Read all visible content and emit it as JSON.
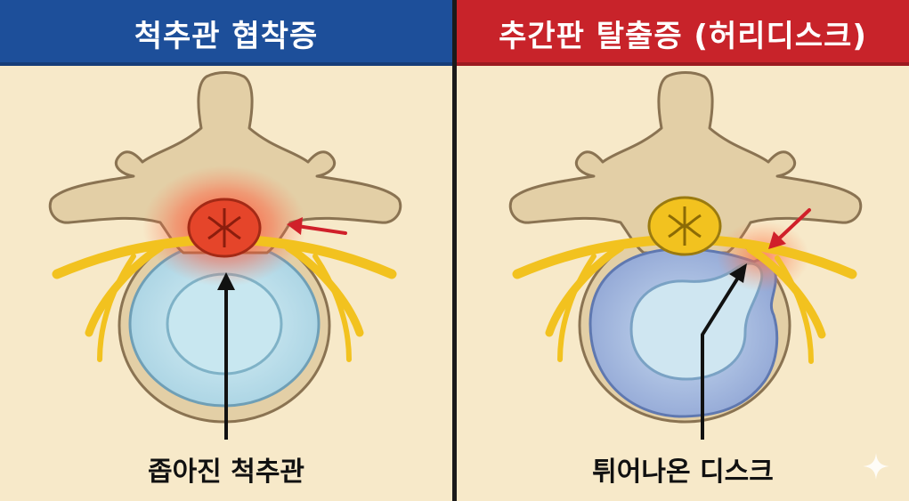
{
  "left_panel": {
    "title": "척추관 협착증",
    "caption": "좁아진 척추관",
    "header_color": "#1d4f9a"
  },
  "right_panel": {
    "title": "추간판 탈출증 (허리디스크)",
    "caption": "튀어나온 디스크",
    "header_color": "#c8232a"
  },
  "colors": {
    "bone": "#e3cfa6",
    "bone_outline": "#8a7352",
    "nerve": "#f2c21f",
    "disc_light": "#bfe3ee",
    "disc_dark": "#9db0d8",
    "inflamed": "#e5452a",
    "arrow_red": "#d0202a",
    "arrow_black": "#111111"
  },
  "icons": {
    "watermark": "sparkle-icon"
  }
}
